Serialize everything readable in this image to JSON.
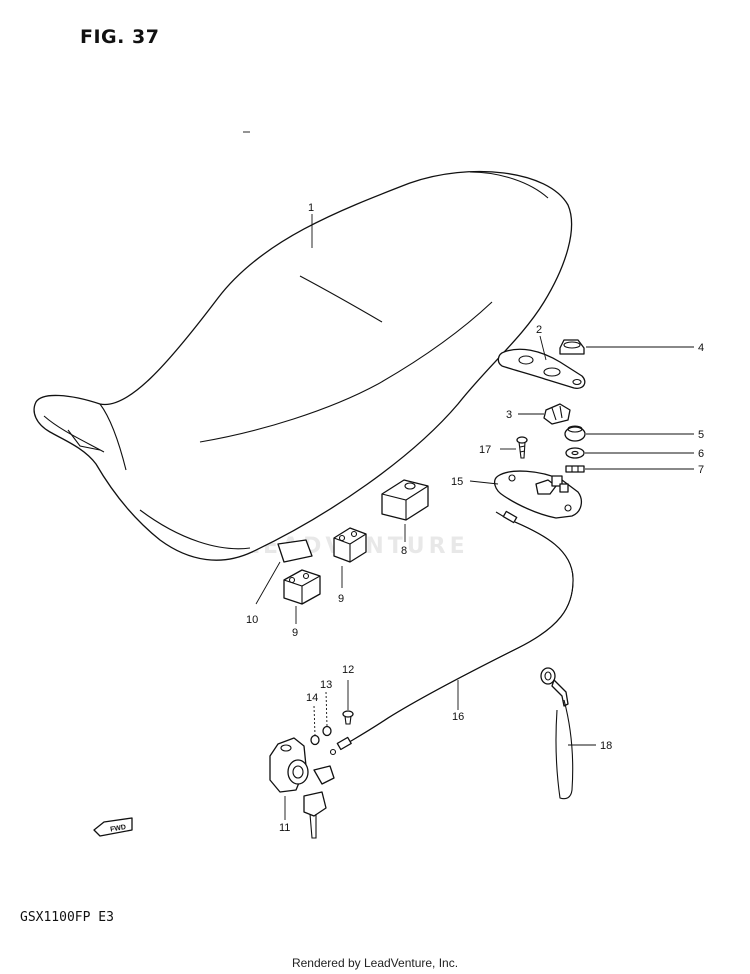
{
  "figure": {
    "title": "FIG. 37",
    "model": "GSX1100FP  E3",
    "footer": "Rendered by LeadVenture, Inc.",
    "watermark": "LEADVENTURE",
    "fwd_label": "FWD"
  },
  "callouts": [
    {
      "id": "callout-1",
      "label": "1"
    },
    {
      "id": "callout-2",
      "label": "2"
    },
    {
      "id": "callout-3",
      "label": "3"
    },
    {
      "id": "callout-4",
      "label": "4"
    },
    {
      "id": "callout-5",
      "label": "5"
    },
    {
      "id": "callout-6",
      "label": "6"
    },
    {
      "id": "callout-7",
      "label": "7"
    },
    {
      "id": "callout-8",
      "label": "8"
    },
    {
      "id": "callout-9a",
      "label": "9"
    },
    {
      "id": "callout-9b",
      "label": "9"
    },
    {
      "id": "callout-10",
      "label": "10"
    },
    {
      "id": "callout-11",
      "label": "11"
    },
    {
      "id": "callout-12",
      "label": "12"
    },
    {
      "id": "callout-13",
      "label": "13"
    },
    {
      "id": "callout-14",
      "label": "14"
    },
    {
      "id": "callout-15",
      "label": "15"
    },
    {
      "id": "callout-16",
      "label": "16"
    },
    {
      "id": "callout-17",
      "label": "17"
    },
    {
      "id": "callout-18",
      "label": "18"
    }
  ]
}
